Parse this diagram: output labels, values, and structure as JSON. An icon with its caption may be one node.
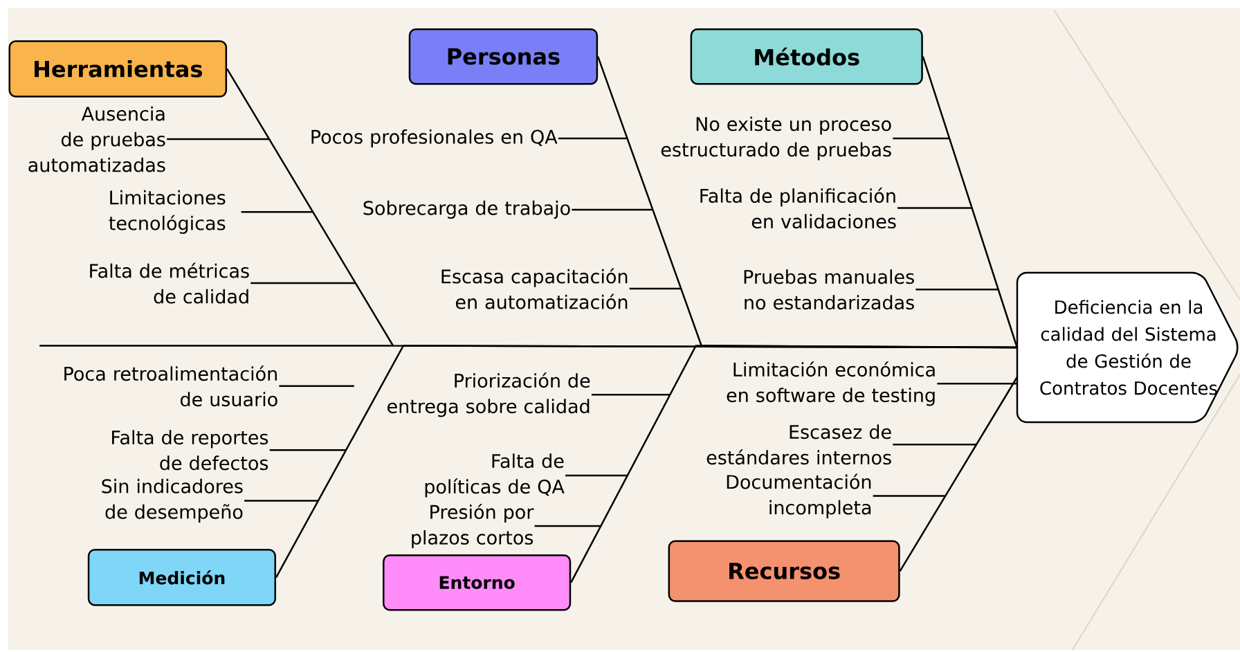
{
  "diagram": {
    "nodes": [
      {
        "text": [
          "Herramientas"
        ]
      },
      {
        "text": [
          "Ausencia de pruebas automatizadas"
        ]
      },
      {
        "text": [
          "Limitaciones tecnológicas"
        ]
      },
      {
        "text": [
          "Falta de métricas de calidad"
        ]
      },
      {
        "text": [
          "Personas"
        ]
      },
      {
        "text": [
          "Pocos profesionales en QA"
        ]
      },
      {
        "text": [
          "Sobrecarga de trabajo"
        ]
      },
      {
        "text": [
          "Escasa capacitación en automatización"
        ]
      },
      {
        "text": [
          "Métodos"
        ]
      },
      {
        "text": [
          "No existe un proceso estructurado de pruebas"
        ]
      },
      {
        "text": [
          "Falta de planificación en validaciones"
        ]
      },
      {
        "text": [
          "Pruebas manuales no estandarizadas"
        ]
      },
      {
        "text": [
          "Deficiencia en la calidad del Sistema de Gestión de Contratos Docentes"
        ]
      },
      {
        "text": [
          "Medición"
        ]
      },
      {
        "text": [
          "Poca retroalimentación de usuario"
        ]
      },
      {
        "text": [
          "Falta de reportes de defectos"
        ]
      },
      {
        "text": [
          "Sin indicadores de desempeño"
        ]
      },
      {
        "text": [
          "Entorno"
        ]
      },
      {
        "text": [
          "Priorización de entrega sobre calidad"
        ]
      },
      {
        "text": [
          "Falta de políticas de QA"
        ]
      },
      {
        "text": [
          "Presión por plazos cortos"
        ]
      },
      {
        "text": [
          "Recursos"
        ]
      },
      {
        "text": [
          "Limitación económica en software de testing"
        ]
      },
      {
        "text": [
          "Escasez de estándares internos"
        ]
      },
      {
        "text": [
          "Documentación incompleta"
        ]
      }
    ],
    "edges": [
      {
        "from": 0,
        "to": 12,
        "arrow": "none"
      },
      {
        "from": 4,
        "to": 12,
        "arrow": "none"
      },
      {
        "from": 8,
        "to": 12,
        "arrow": "none"
      },
      {
        "from": 13,
        "to": 12,
        "arrow": "none"
      },
      {
        "from": 17,
        "to": 12,
        "arrow": "none"
      },
      {
        "from": 21,
        "to": 12,
        "arrow": "none"
      },
      {
        "from": 1,
        "to": null,
        "arrow": "none"
      },
      {
        "from": 2,
        "to": null,
        "arrow": "none"
      },
      {
        "from": 3,
        "to": null,
        "arrow": "none"
      },
      {
        "from": 5,
        "to": null,
        "arrow": "none"
      },
      {
        "from": 6,
        "to": null,
        "arrow": "none"
      },
      {
        "from": 7,
        "to": null,
        "arrow": "none"
      },
      {
        "from": 9,
        "to": null,
        "arrow": "none"
      },
      {
        "from": 10,
        "to": null,
        "arrow": "none"
      },
      {
        "from": 11,
        "to": null,
        "arrow": "none"
      },
      {
        "from": 14,
        "to": null,
        "arrow": "none"
      },
      {
        "from": 15,
        "to": null,
        "arrow": "none"
      },
      {
        "from": 16,
        "to": null,
        "arrow": "none"
      },
      {
        "from": 18,
        "to": null,
        "arrow": "none"
      },
      {
        "from": 19,
        "to": null,
        "arrow": "none"
      },
      {
        "from": 20,
        "to": null,
        "arrow": "none"
      },
      {
        "from": 22,
        "to": 12,
        "arrow": "none"
      },
      {
        "from": 23,
        "to": null,
        "arrow": "none"
      },
      {
        "from": 24,
        "to": null,
        "arrow": "none"
      }
    ]
  }
}
